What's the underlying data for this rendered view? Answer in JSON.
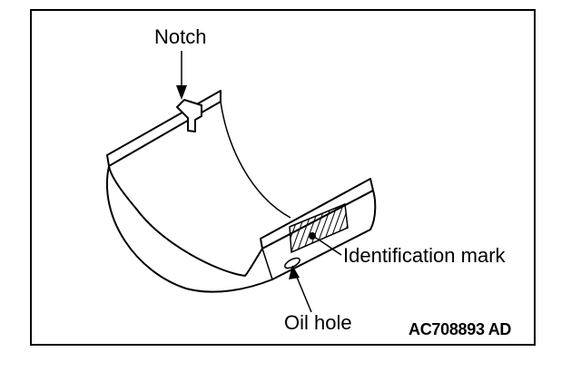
{
  "labels": {
    "notch": "Notch",
    "identification_mark": "Identification mark",
    "oil_hole": "Oil hole"
  },
  "figure_code": "AC708893 AD",
  "colors": {
    "ink": "#000000",
    "paper": "#ffffff"
  }
}
